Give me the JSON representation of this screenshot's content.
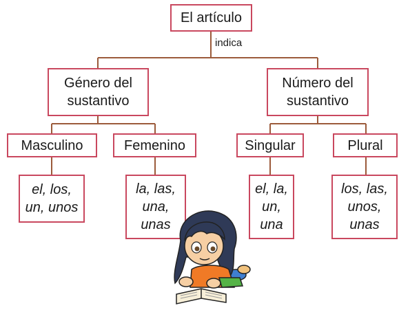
{
  "root": {
    "title": "El artículo",
    "connector": "indica"
  },
  "genero": {
    "title_line1": "Género del",
    "title_line2": "sustantivo",
    "masculino": {
      "label": "Masculino",
      "examples": [
        "el, los,",
        "un, unos"
      ]
    },
    "femenino": {
      "label": "Femenino",
      "examples": [
        "la, las,",
        "una,",
        "unas"
      ]
    }
  },
  "numero": {
    "title_line1": "Número del",
    "title_line2": "sustantivo",
    "singular": {
      "label": "Singular",
      "examples": [
        "el, la,",
        "un,",
        "una"
      ]
    },
    "plural": {
      "label": "Plural",
      "examples": [
        "los, las,",
        "unos,",
        "unas"
      ]
    }
  },
  "colors": {
    "box_border": "#c9475e",
    "line": "#9b5a3a"
  },
  "illustration": {
    "icon": "girl-reading-book-icon"
  }
}
